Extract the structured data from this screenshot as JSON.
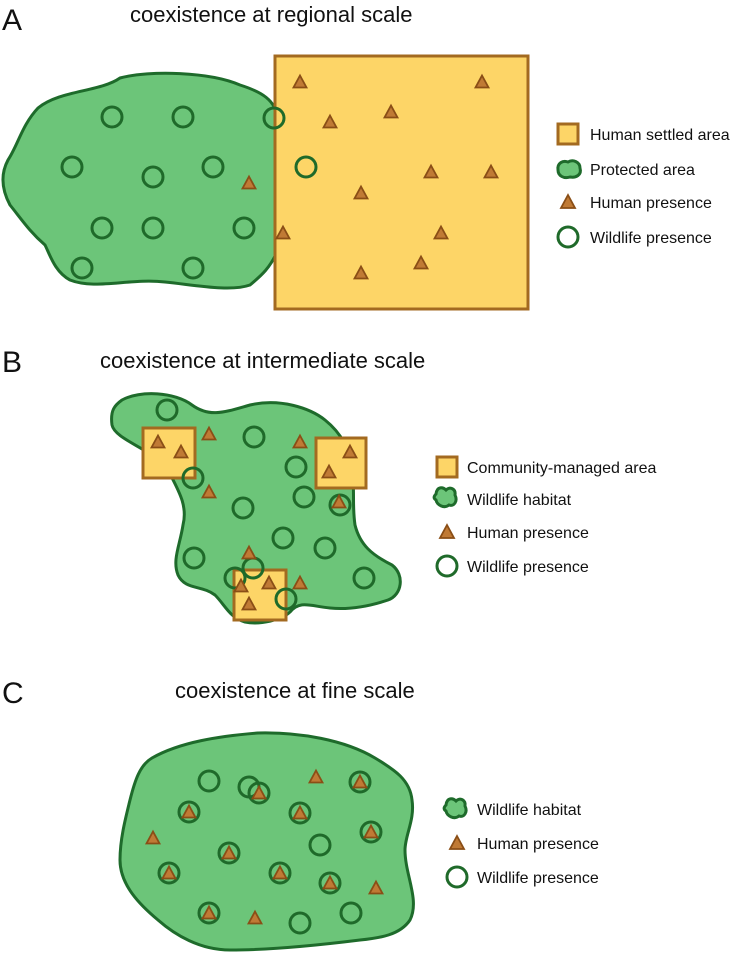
{
  "colors": {
    "habitat_fill": "#6cc579",
    "habitat_stroke": "#1e6b2b",
    "human_fill": "#fdd567",
    "human_stroke": "#a36a20",
    "triangle_fill": "#c07a35",
    "triangle_stroke": "#8a4e16",
    "wildlife_stroke": "#1f6a2a"
  },
  "panels": [
    {
      "letter": "A",
      "title": "coexistence at regional scale",
      "legend": [
        "Human settled area",
        "Protected area",
        "Human presence",
        "Wildlife presence"
      ]
    },
    {
      "letter": "B",
      "title": "coexistence at intermediate scale",
      "legend": [
        "Community-managed area",
        "Wildlife habitat",
        "Human presence",
        "Wildlife presence"
      ]
    },
    {
      "letter": "C",
      "title": "coexistence at fine scale",
      "legend": [
        "Wildlife habitat",
        "Human presence",
        "Wildlife presence"
      ]
    }
  ]
}
